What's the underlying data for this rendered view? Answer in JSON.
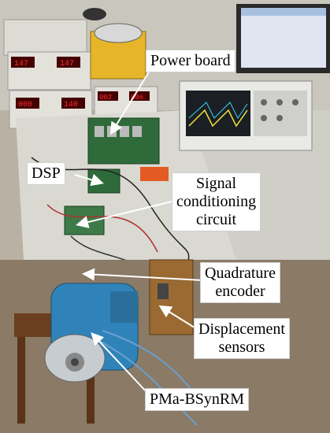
{
  "labels": {
    "power_board": "Power board",
    "dsp": "DSP",
    "signal_conditioning": [
      "Signal",
      "conditioning",
      "circuit"
    ],
    "quadrature_encoder": [
      "Quadrature",
      "encoder"
    ],
    "displacement_sensors": [
      "Displacement",
      "sensors"
    ],
    "motor": "PMa-BSynRM"
  },
  "colors": {
    "label_background": "#ffffff",
    "arrow": "#ffffff",
    "floor": "#8a7a66",
    "bench_top": "#d9d9d2",
    "motor_body": "#2f83b8",
    "wall": "#c9c6bd"
  }
}
